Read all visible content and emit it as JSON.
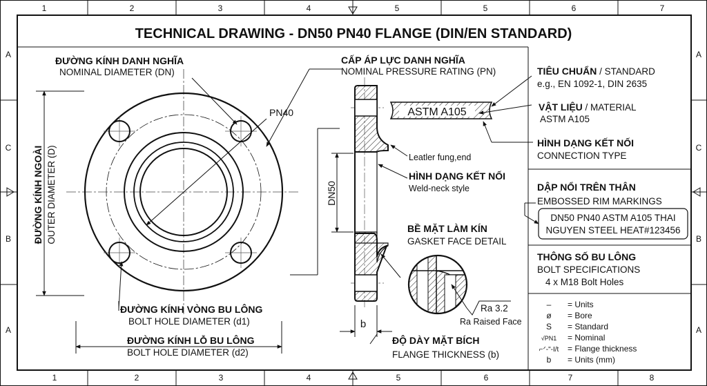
{
  "title": "TECHNICAL DRAWING - DN50 PN40 FLANGE (DIN/EN STANDARD)",
  "grid": {
    "top": [
      "1",
      "2",
      "3",
      "4",
      "5",
      "5",
      "6",
      "7"
    ],
    "bottom": [
      "1",
      "2",
      "3",
      "4",
      "5",
      "6",
      "7",
      "8"
    ],
    "left": [
      "A",
      "C",
      "B",
      "A"
    ],
    "right": [
      "A",
      "C",
      "B",
      "A"
    ]
  },
  "labels": {
    "nominal_diameter_vn": "ĐƯỜNG KÍNH DANH NGHĨA",
    "nominal_diameter_en": "NOMINAL DIAMETER (DN)",
    "pressure_vn": "CẤP ÁP LỰC DANH NGHĨA",
    "pressure_en": "NOMINAL PRESSURE RATING (PN)",
    "pn_value": "PN40",
    "outer_vn": "ĐƯỜNG KÍNH NGOÀI",
    "outer_en": "OUTER DIAMETER (D)",
    "dn_value": "DN50",
    "leader_note": "Leatler fung,end",
    "connection_vn": "HÌNH DẠNG KẾT NỐI",
    "connection_en": "Weld-neck style",
    "gasket_vn": "BỀ MẶT LÀM KÍN",
    "gasket_en": "GASKET FACE DETAIL",
    "ra_value": "Ra 3.2",
    "ra_caption": "Ra Raised Face",
    "b_label": "b",
    "thickness_vn": "ĐỘ DÀY MẶT BÍCH",
    "thickness_en": "FLANGE THICKNESS (b)",
    "bolt_circle_vn": "ĐƯỜNG KÍNH VÒNG BU LÔNG",
    "bolt_circle_en": "BOLT HOLE DIAMETER (d1)",
    "bolt_hole_vn": "ĐƯỜNG KÍNH LỖ BU LÔNG",
    "bolt_hole_en": "BOLT HOLE DIAMETER (d2)",
    "material_tag": "ASTM A105"
  },
  "panel": {
    "standard_vn": "TIÊU CHUẨN",
    "standard_sep": " / STANDARD",
    "standard_value": "e.g., EN 1092-1, DIN 2635",
    "material_vn": "VẬT LIỆU",
    "material_sep": " / MATERIAL",
    "material_value": "ASTM A105",
    "conn_vn": "HÌNH DẠNG KẾT NỐI",
    "conn_en": "CONNECTION TYPE",
    "rim_vn": "DẬP NỔI TRÊN THÂN",
    "rim_en": "EMBOSSED RIM MARKINGS",
    "rim_line1": "DN50 PN40 ASTM A105 THAI",
    "rim_line2": "NGUYEN STEEL HEAT#123456",
    "bolt_vn": "THÔNG SỐ BU LÔNG",
    "bolt_en": "BOLT SPECIFICATIONS",
    "bolt_value": "4 x M18 Bolt Holes"
  },
  "legend": [
    {
      "sym": "–",
      "text": "= Units"
    },
    {
      "sym": "ø",
      "text": "= Bore"
    },
    {
      "sym": "S",
      "text": "= Standard"
    },
    {
      "sym": "√PN1",
      "text": "= Nominal"
    },
    {
      "sym": "⌐ᐟ-\"-I/t",
      "text": "= Flange thickness"
    },
    {
      "sym": "b",
      "text": "= Units (mm)"
    }
  ]
}
